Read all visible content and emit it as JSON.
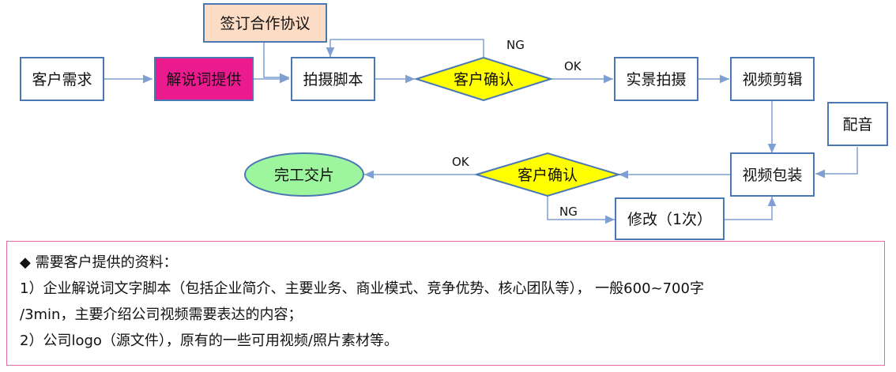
{
  "nodes": {
    "sign_agreement": "签订合作协议",
    "client_needs": "客户需求",
    "provide_script": "解说词提供",
    "shooting_script": "拍摄脚本",
    "client_confirm_1": "客户确认",
    "onsite_shooting": "实景拍摄",
    "video_editing": "视频剪辑",
    "voiceover": "配音",
    "video_packaging": "视频包装",
    "client_confirm_2": "客户确认",
    "finish_delivery": "完工交片",
    "revise_once": "修改（1次）"
  },
  "edge_labels": {
    "ng_1": "NG",
    "ok_1": "OK",
    "ok_2": "OK",
    "ng_2": "NG"
  },
  "colors": {
    "box_border": "#4a78b5",
    "arrow": "#7f9fd2",
    "agreement_fill": "#fcdcc4",
    "script_fill": "#ec1a8f",
    "diamond_fill": "#ffff00",
    "oval_fill": "#9df59d",
    "note_border": "#e36ca6"
  },
  "note": {
    "heading": "◆ 需要客户提供的资料：",
    "line1": "1）企业解说词文字脚本（包括企业简介、主要业务、商业模式、竞争优势、核心团队等）， 一般600~700字",
    "line2": "/3min，主要介绍公司视频需要表达的内容；",
    "line3": "2）公司logo（源文件），原有的一些可用视频/照片素材等。"
  }
}
